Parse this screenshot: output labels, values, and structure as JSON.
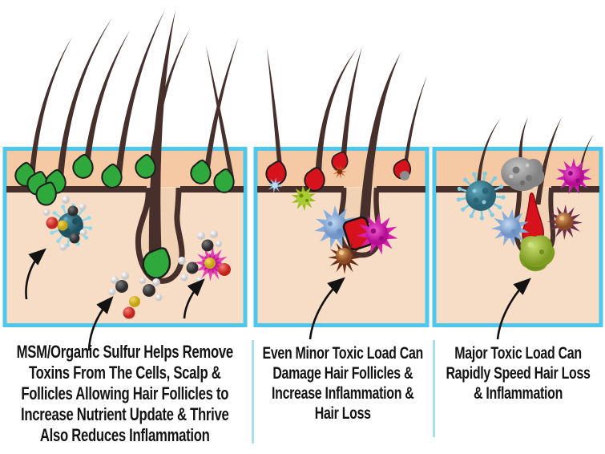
{
  "infographic": {
    "subject": "hair-follicle-toxin-comparison",
    "panels": [
      {
        "name": "msm-healthy-follicles",
        "caption_lines": [
          "MSM/Organic Sulfur Helps Remove",
          "Toxins From The Cells, Scalp &",
          "Follicles Allowing Hair Follicles to",
          "Increase Nutrient Update & Thrive",
          "Also Reduces Inflammation"
        ]
      },
      {
        "name": "minor-toxic-load",
        "caption_lines": [
          "Even Minor Toxic Load Can",
          "Damage Hair Follicles &",
          "Increase Inflammation &",
          "Hair Loss"
        ]
      },
      {
        "name": "major-toxic-load",
        "caption_lines": [
          "Major Toxic Load Can",
          "Rapidly Speed Hair Loss",
          "& Inflammation"
        ]
      }
    ],
    "colors": {
      "panel_border": "#4EC7ED",
      "epidermis": "#F4C9A3",
      "dermis": "#F7DCC6",
      "follicle_interior": "#F2D2B4",
      "hair_brown": "#47302B",
      "healthy_gland_green": "#2FA83C",
      "inflamed_red": "#D6131C",
      "caption_text": "#141414",
      "caption_divider": "#A8DFF2",
      "toxin_blue": "#8FB6E2",
      "toxin_magenta": "#DD22AD",
      "toxin_green": "#9CC026",
      "toxin_brown": "#8A4A22",
      "toxin_teal": "#2E6F80",
      "toxin_gray": "#9E9E9E",
      "molecule_sulfur_yellow": "#D9B92F",
      "molecule_oxygen_red": "#DE4B44",
      "molecule_carbon_gray": "#3A3A3A"
    }
  }
}
